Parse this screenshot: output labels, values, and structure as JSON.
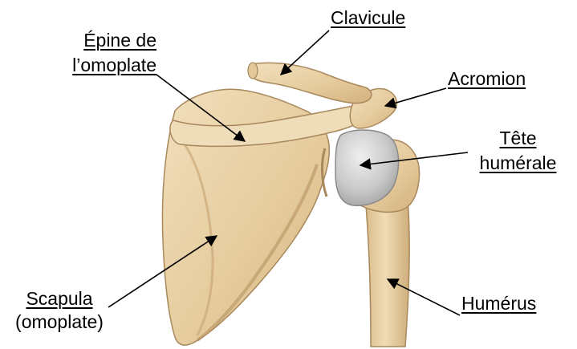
{
  "labels": {
    "clavicule": "Clavicule",
    "epine_line1": "Épine de",
    "epine_line2": "l’omoplate",
    "acromion": "Acromion",
    "tete_line1": "Tête",
    "tete_line2": "humérale",
    "scapula_line1": "Scapula",
    "scapula_line2": "(omoplate)",
    "humerus": "Humérus"
  },
  "colors": {
    "bone_fill": "#ead3aa",
    "bone_shade": "#c9a878",
    "bone_outline": "#8f6e4a",
    "humeral_head": "#c8c8c8",
    "humeral_head_shade": "#9a9a9a",
    "leader_line": "#000000"
  }
}
